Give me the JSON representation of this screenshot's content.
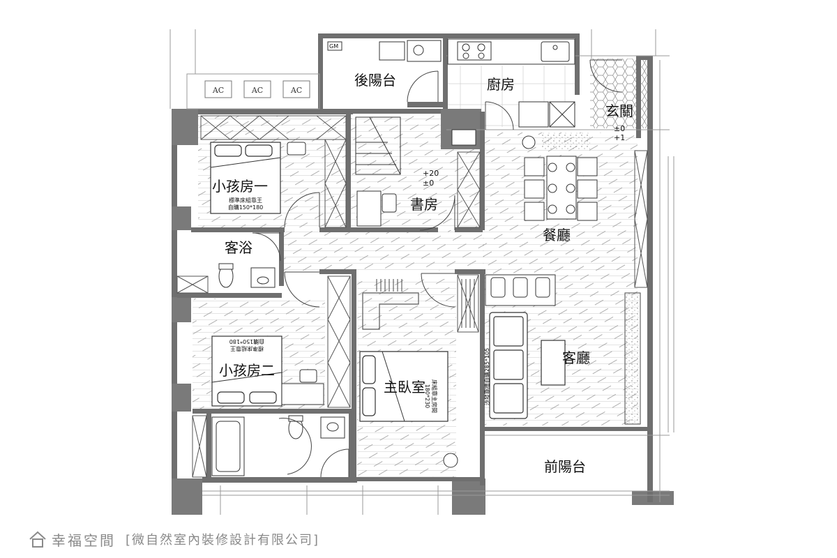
{
  "diagram": {
    "rooms": {
      "back_balcony": "後陽台",
      "kitchen": "廚房",
      "entrance": "玄關",
      "kids_room_1": "小孩房一",
      "study": "書房",
      "dining": "餐廳",
      "guest_bath": "客浴",
      "kids_room_2": "小孩房二",
      "master_bedroom": "主臥室",
      "living_room": "客廳",
      "front_balcony": "前陽台"
    },
    "levels": {
      "entrance_level_1": "±0",
      "entrance_level_2": "+1",
      "study_level_1": "+20",
      "study_level_2": "±0"
    },
    "bed_notes": {
      "kids1_line1": "標準床組靠王",
      "kids1_line2": "自購150*180",
      "kids2_line1": "標準床組靠王",
      "kids2_line2": "自購150*180",
      "master_line1": "床組靠主房間",
      "master_line2": "180*230",
      "sofa_note": "沙發靠牆自購285*105"
    },
    "ac_units": [
      "AC",
      "AC",
      "AC"
    ],
    "gm_label": "GM"
  },
  "watermark": {
    "brand": "幸福空間",
    "credit": "[微自然室內裝修設計有限公司]"
  }
}
